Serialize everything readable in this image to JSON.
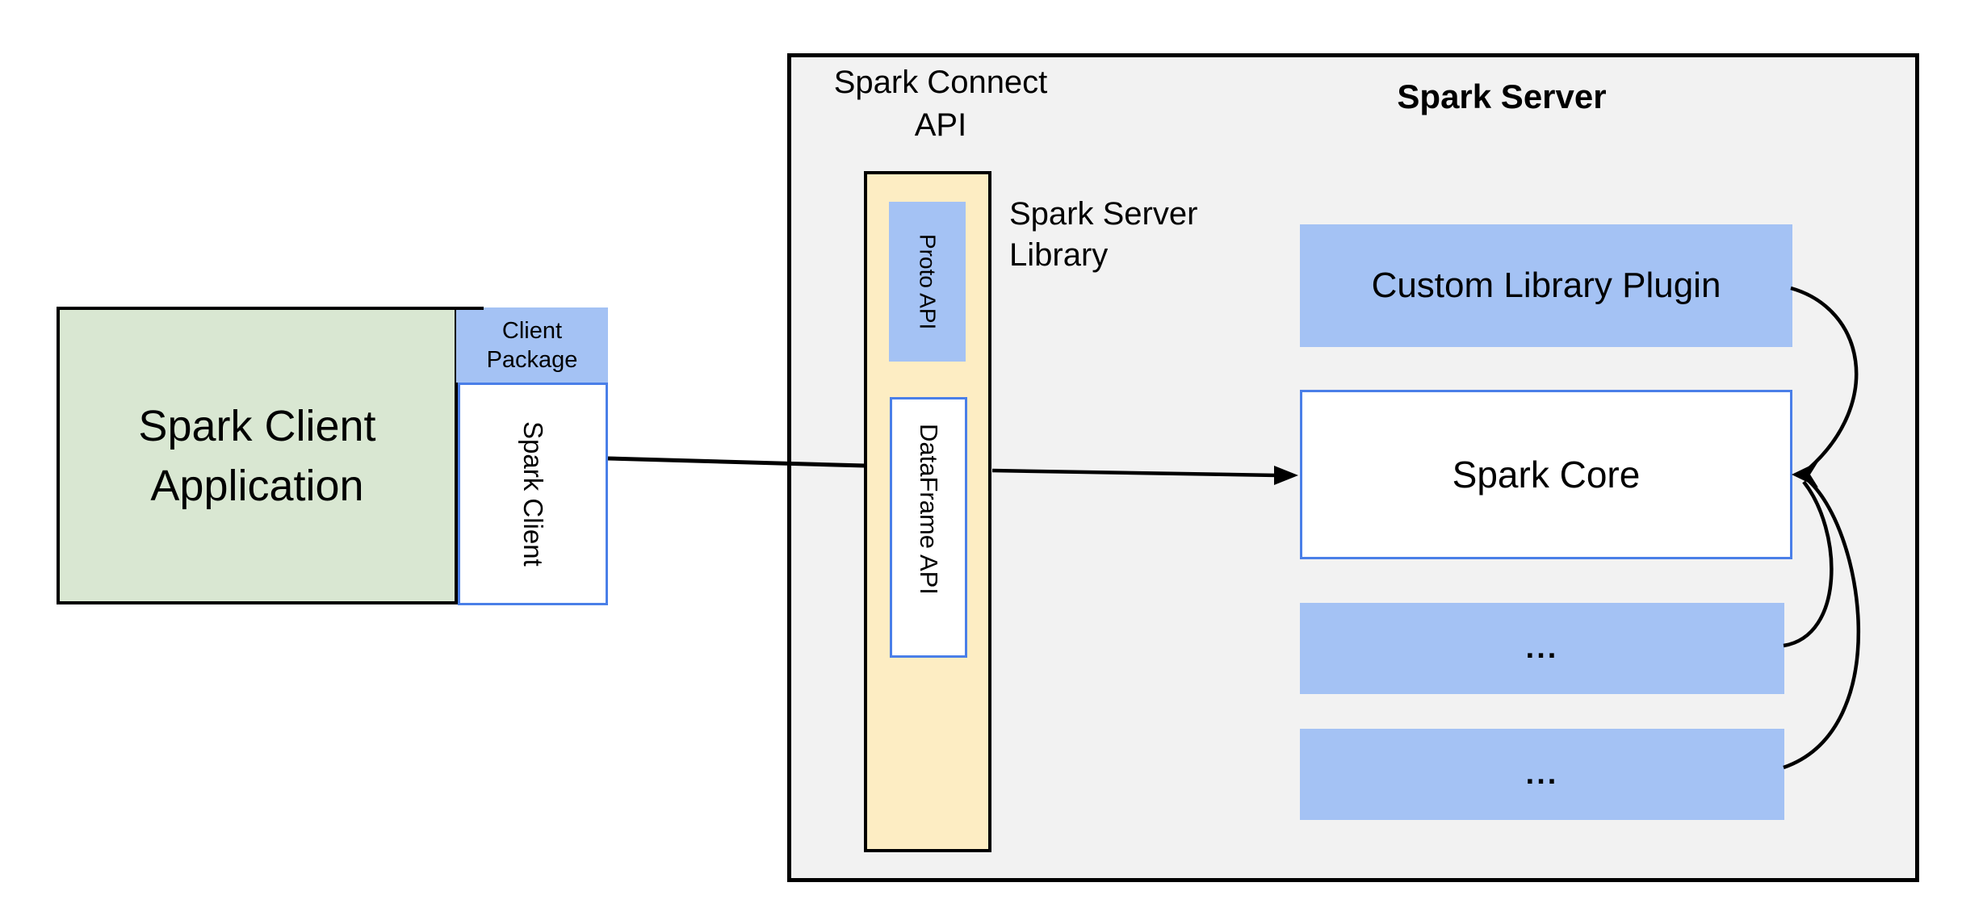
{
  "diagram": {
    "client": {
      "application_label": "Spark Client Application",
      "package_label": "Client Package",
      "client_label": "Spark Client"
    },
    "connect": {
      "api_label": "Spark Connect API",
      "proto_label": "Proto API",
      "dataframe_label": "DataFrame API",
      "server_library_label": "Spark Server Library"
    },
    "server": {
      "title": "Spark Server",
      "plugin_label": "Custom Library Plugin",
      "core_label": "Spark Core",
      "more_label_1": "...",
      "more_label_2": "..."
    },
    "colors": {
      "client_green": "#d9e7d2",
      "accent_blue": "#a4c2f4",
      "api_yellow": "#fdedc3",
      "server_gray": "#f2f2f2",
      "box_border_blue": "#4a7fe8",
      "line_black": "#000000"
    }
  }
}
